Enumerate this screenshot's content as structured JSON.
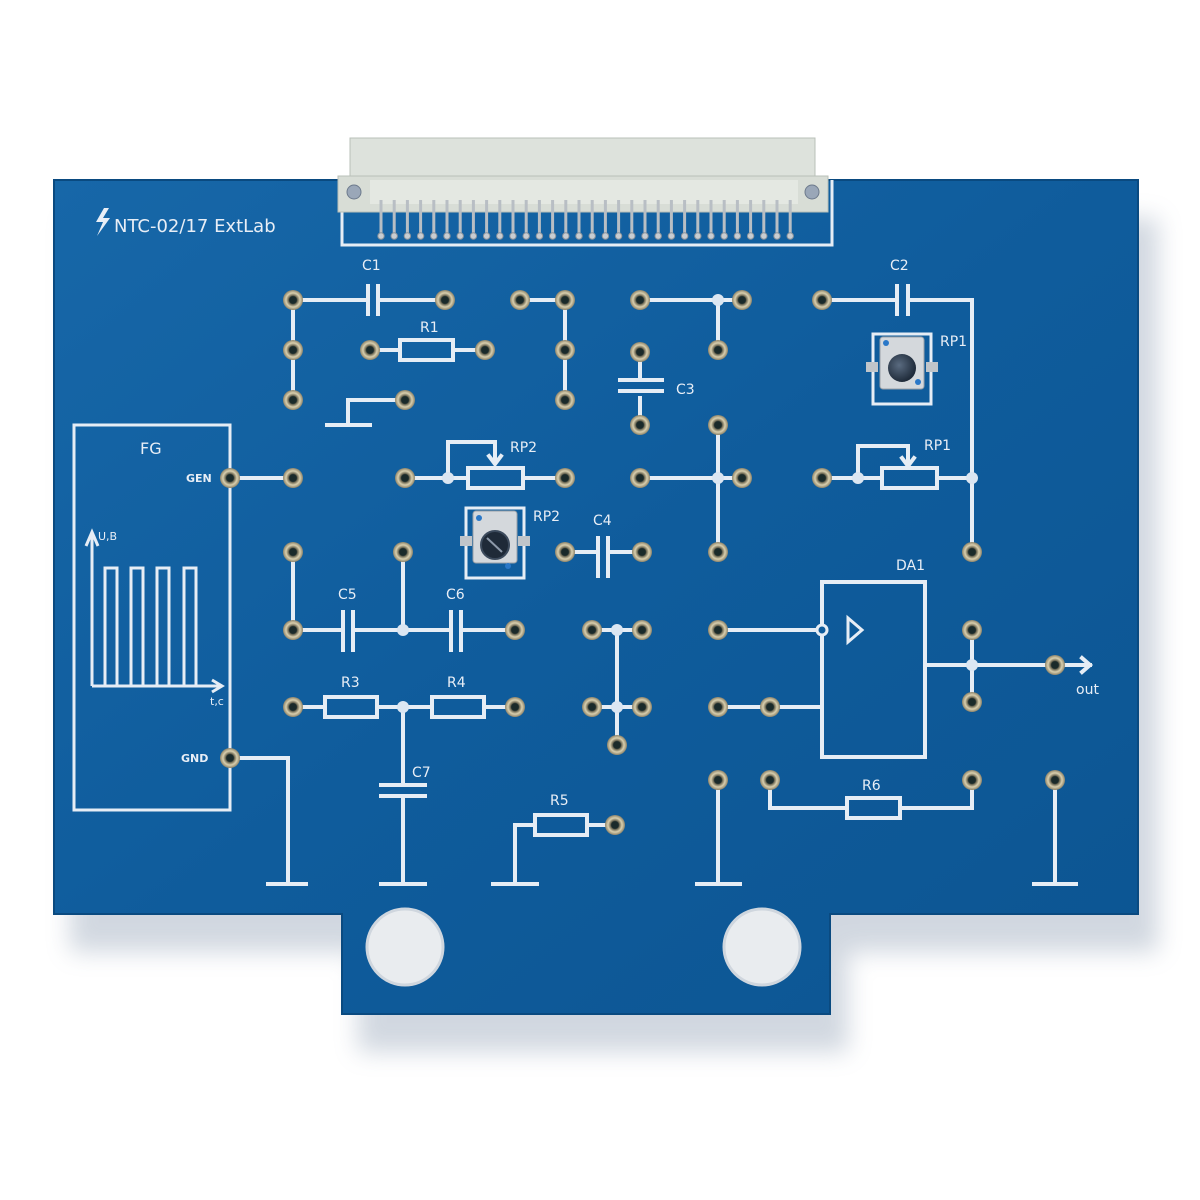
{
  "board": {
    "title": "NTC-02/17 ExtLab",
    "colors": {
      "pcb": "#0f5fa0",
      "pcb_edge": "#0a4f8a",
      "silkscreen": "#e8eef6",
      "pad_ring": "#cbbf9a",
      "connector": "#dfe3df"
    }
  },
  "function_generator": {
    "label": "FG",
    "gen_label": "GEN",
    "gnd_label": "GND",
    "y_axis_label": "U,B",
    "x_axis_label": "t,c"
  },
  "components": {
    "C1": "C1",
    "C2": "C2",
    "C3": "C3",
    "C4": "C4",
    "C5": "C5",
    "C6": "C6",
    "C7": "C7",
    "R1": "R1",
    "R3": "R3",
    "R4": "R4",
    "R5": "R5",
    "R6": "R6",
    "RP1_knob": "RP1",
    "RP1_symbol": "RP1",
    "RP2_knob": "RP2",
    "RP2_symbol": "RP2",
    "DA1": "DA1",
    "out": "out"
  }
}
